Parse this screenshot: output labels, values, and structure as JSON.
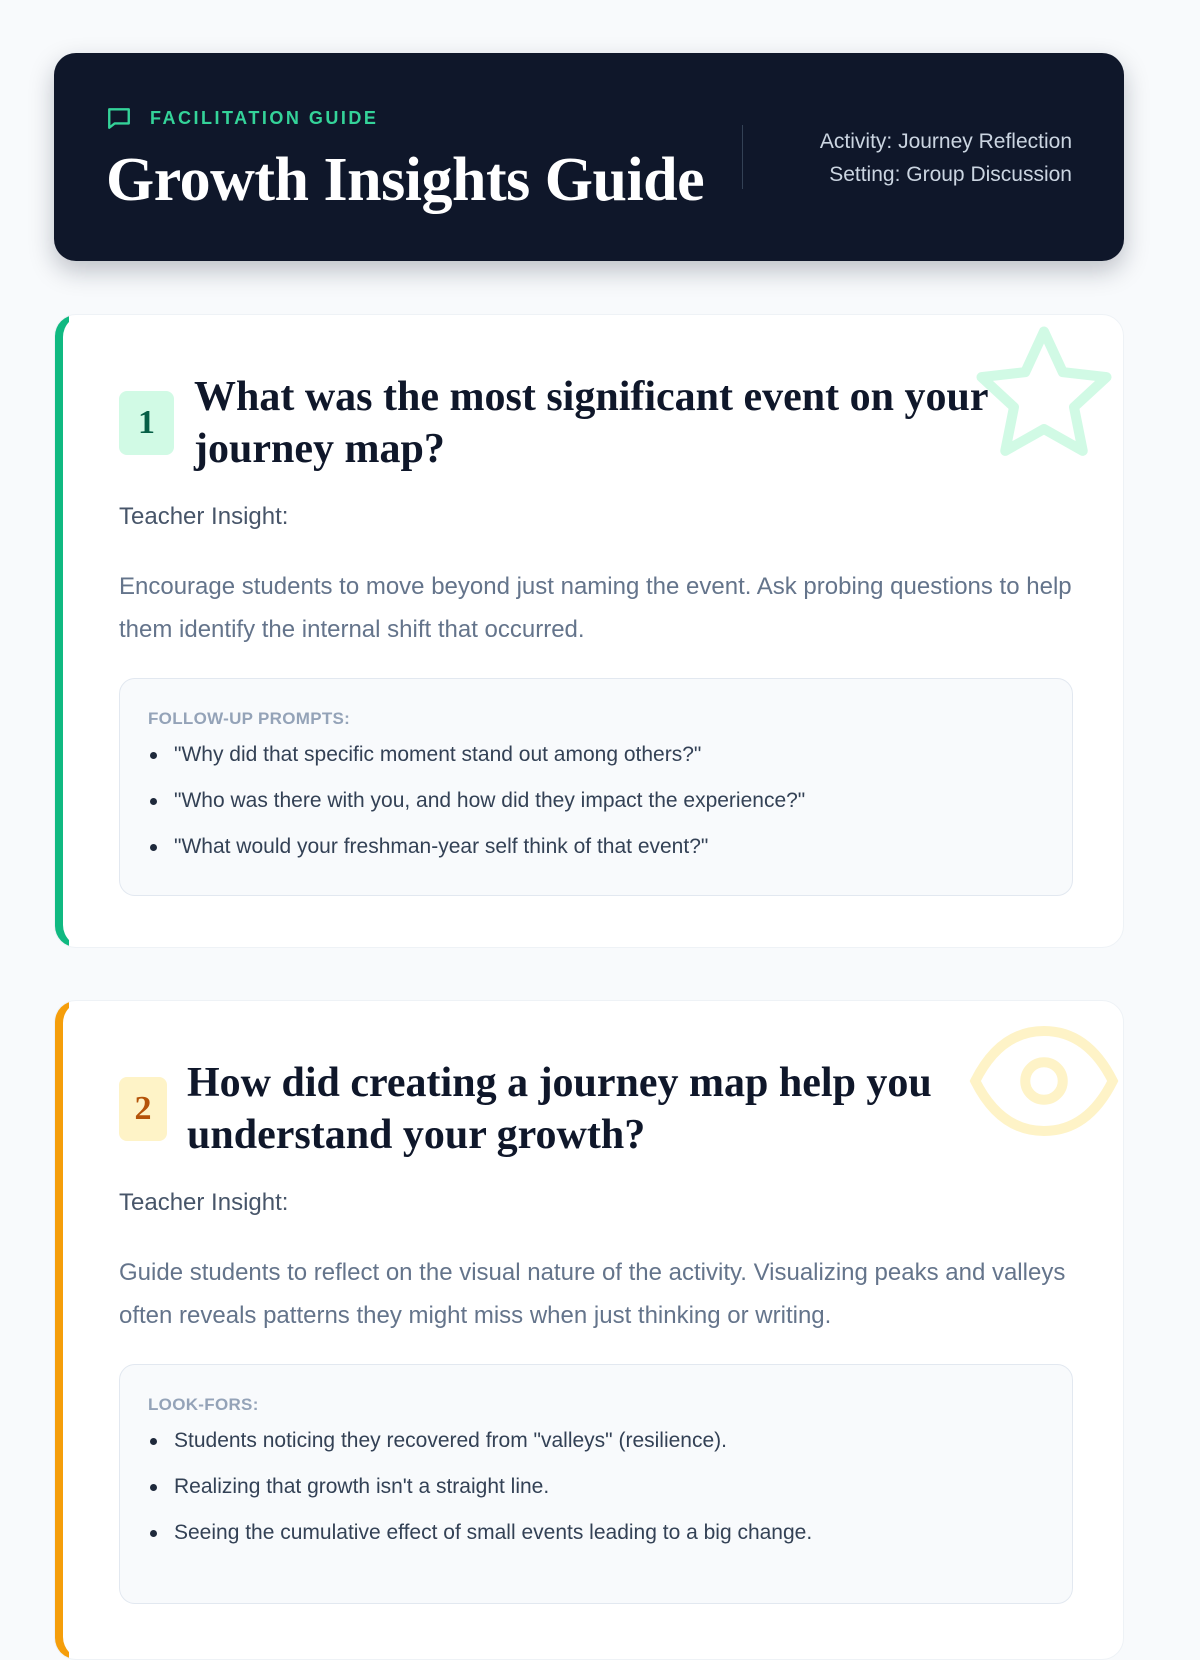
{
  "header": {
    "eyebrow": "FACILITATION GUIDE",
    "title": "Growth Insights Guide",
    "activity": "Activity: Journey Reflection",
    "setting": "Setting: Group Discussion"
  },
  "colors": {
    "header_bg": "#0f172a",
    "green": "#10b981",
    "orange": "#f59e0b"
  },
  "questions": [
    {
      "number": "1",
      "title": "What was the most significant event on your journey map?",
      "insight_label": "Teacher Insight:",
      "insight": "Encourage students to move beyond just naming the event. Ask probing questions to help them identify the internal shift that occurred.",
      "box_label": "FOLLOW-UP PROMPTS:",
      "items": [
        "\"Why did that specific moment stand out among others?\"",
        "\"Who was there with you, and how did they impact the experience?\"",
        "\"What would your freshman-year self think of that event?\""
      ],
      "icon": "star-icon"
    },
    {
      "number": "2",
      "title": "How did creating a journey map help you understand your growth?",
      "insight_label": "Teacher Insight:",
      "insight": "Guide students to reflect on the visual nature of the activity. Visualizing peaks and valleys often reveals patterns they might miss when just thinking or writing.",
      "box_label": "LOOK-FORS:",
      "items": [
        "Students noticing they recovered from \"valleys\" (resilience).",
        "Realizing that growth isn't a straight line.",
        "Seeing the cumulative effect of small events leading to a big change."
      ],
      "icon": "eye-icon"
    }
  ]
}
